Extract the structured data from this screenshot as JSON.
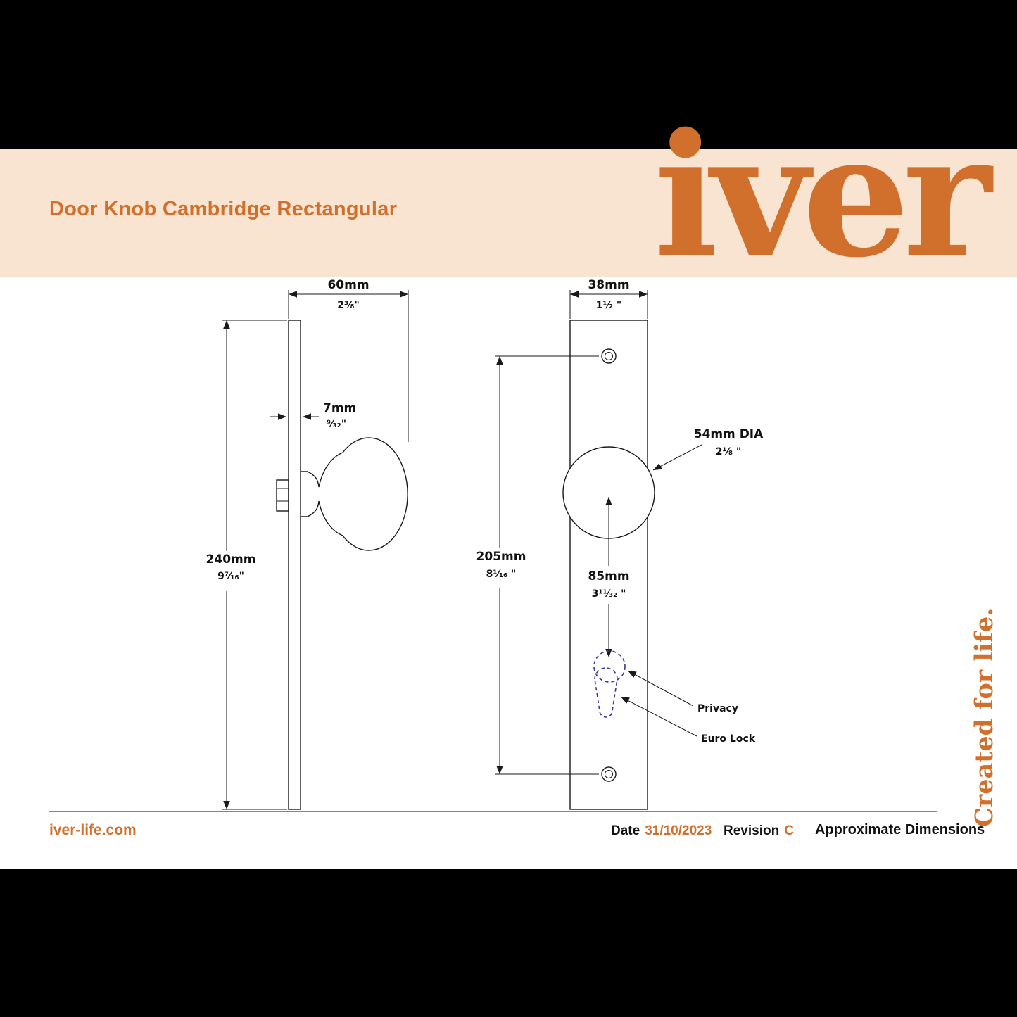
{
  "header": {
    "title": "Door Knob Cambridge Rectangular",
    "logo": "iver"
  },
  "side_text": "Created for life.",
  "footer": {
    "website": "iver-life.com",
    "date_label": "Date",
    "date_value": "31/10/2023",
    "revision_label": "Revision",
    "revision_value": "C",
    "note": "Approximate Dimensions"
  },
  "dims": {
    "knob_depth": {
      "mm": "60mm",
      "in": "2⅜\""
    },
    "plate_thickness": {
      "mm": "7mm",
      "in": "⁹⁄₃₂\""
    },
    "plate_height": {
      "mm": "240mm",
      "in": "9⁷⁄₁₆\""
    },
    "plate_width": {
      "mm": "38mm",
      "in": "1½ \""
    },
    "hole_centres": {
      "mm": "205mm",
      "in": "8¹⁄₁₆ \""
    },
    "knob_to_cylinder": {
      "mm": "85mm",
      "in": "3¹¹⁄₃₂ \""
    },
    "knob_diameter": {
      "mm": "54mm DIA",
      "in": "2⅛ \""
    }
  },
  "callouts": {
    "privacy": "Privacy",
    "euro_lock": "Euro Lock"
  },
  "colors": {
    "accent": "#d0702c",
    "band": "#f8e4d0",
    "lock_dash": "#3a3a99"
  }
}
